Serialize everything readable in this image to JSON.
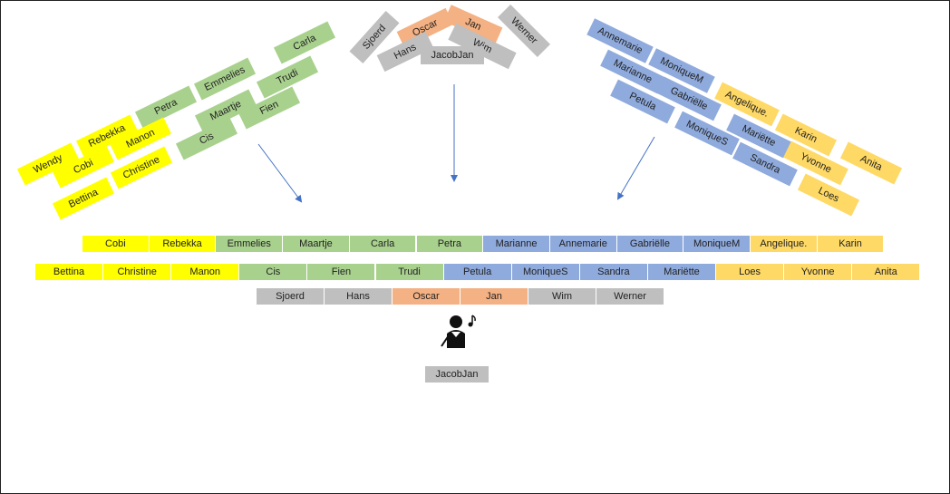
{
  "colors": {
    "yellow": "#ffff00",
    "green": "#a9d18e",
    "blue": "#8faadc",
    "orange": "#f4b183",
    "gold": "#ffd966",
    "gray": "#bfbfbf",
    "arrow": "#4472c4"
  },
  "seating": {
    "row1": [
      {
        "name": "Cobi",
        "color": "yellow"
      },
      {
        "name": "Rebekka",
        "color": "yellow"
      },
      {
        "name": "Emmelies",
        "color": "green"
      },
      {
        "name": "Maartje",
        "color": "green"
      },
      {
        "name": "Carla",
        "color": "green"
      },
      {
        "name": "Petra",
        "color": "green"
      },
      {
        "name": "Marianne",
        "color": "blue"
      },
      {
        "name": "Annemarie",
        "color": "blue"
      },
      {
        "name": "Gabriëlle",
        "color": "blue"
      },
      {
        "name": "MoniqueM",
        "color": "blue"
      },
      {
        "name": "Angelique.",
        "color": "gold"
      },
      {
        "name": "Karin",
        "color": "gold"
      }
    ],
    "row2": [
      {
        "name": "Bettina",
        "color": "yellow"
      },
      {
        "name": "Christine",
        "color": "yellow"
      },
      {
        "name": "Manon",
        "color": "yellow"
      },
      {
        "name": "Cis",
        "color": "green"
      },
      {
        "name": "Fien",
        "color": "green"
      },
      {
        "name": "Trudi",
        "color": "green"
      },
      {
        "name": "Petula",
        "color": "blue"
      },
      {
        "name": "MoniqueS",
        "color": "blue"
      },
      {
        "name": "Sandra",
        "color": "blue"
      },
      {
        "name": "Mariëtte",
        "color": "blue"
      },
      {
        "name": "Loes",
        "color": "gold"
      },
      {
        "name": "Yvonne",
        "color": "gold"
      },
      {
        "name": "Anita",
        "color": "gold"
      }
    ],
    "row3": [
      {
        "name": "Sjoerd",
        "color": "gray"
      },
      {
        "name": "Hans",
        "color": "gray"
      },
      {
        "name": "Oscar",
        "color": "orange"
      },
      {
        "name": "Jan",
        "color": "orange"
      },
      {
        "name": "Wim",
        "color": "gray"
      },
      {
        "name": "Werner",
        "color": "gray"
      }
    ],
    "conductor": {
      "name": "JacobJan",
      "color": "gray"
    }
  },
  "left_group": [
    {
      "name": "Wendy",
      "color": "yellow"
    },
    {
      "name": "Rebekka",
      "color": "yellow"
    },
    {
      "name": "Petra",
      "color": "green"
    },
    {
      "name": "Emmelies",
      "color": "green"
    },
    {
      "name": "Carla",
      "color": "green"
    },
    {
      "name": "Cobi",
      "color": "yellow"
    },
    {
      "name": "Manon",
      "color": "yellow"
    },
    {
      "name": "Maartje",
      "color": "green"
    },
    {
      "name": "Trudi",
      "color": "green"
    },
    {
      "name": "Bettina",
      "color": "yellow"
    },
    {
      "name": "Christine",
      "color": "yellow"
    },
    {
      "name": "Cis",
      "color": "green"
    },
    {
      "name": "Fien",
      "color": "green"
    }
  ],
  "center_group": [
    {
      "name": "Sjoerd",
      "color": "gray"
    },
    {
      "name": "Oscar",
      "color": "orange"
    },
    {
      "name": "Jan",
      "color": "orange"
    },
    {
      "name": "Werner",
      "color": "gray"
    },
    {
      "name": "Hans",
      "color": "gray"
    },
    {
      "name": "Wim",
      "color": "gray"
    },
    {
      "name": "JacobJan",
      "color": "gray"
    }
  ],
  "right_group": [
    {
      "name": "Annemarie",
      "color": "blue"
    },
    {
      "name": "MoniqueM",
      "color": "blue"
    },
    {
      "name": "Marianne",
      "color": "blue"
    },
    {
      "name": "Gabriëlle",
      "color": "blue"
    },
    {
      "name": "Angelique.",
      "color": "gold"
    },
    {
      "name": "Petula",
      "color": "blue"
    },
    {
      "name": "Mariëtte",
      "color": "blue"
    },
    {
      "name": "Karin",
      "color": "gold"
    },
    {
      "name": "MoniqueS",
      "color": "blue"
    },
    {
      "name": "Yvonne",
      "color": "gold"
    },
    {
      "name": "Anita",
      "color": "gold"
    },
    {
      "name": "Sandra",
      "color": "blue"
    },
    {
      "name": "Loes",
      "color": "gold"
    }
  ],
  "conductor_icon": "conductor-icon"
}
